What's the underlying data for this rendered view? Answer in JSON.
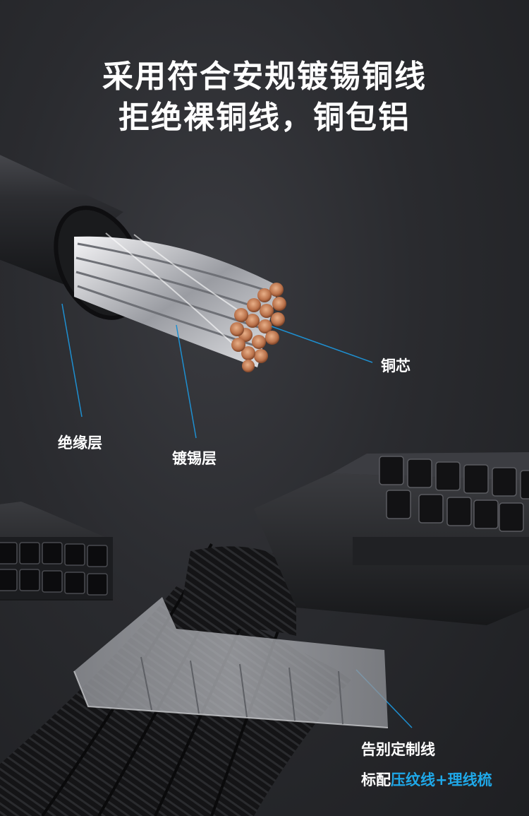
{
  "headline": {
    "line1": "采用符合安规镀锡铜线",
    "line2": "拒绝裸铜线，铜包铝"
  },
  "callouts": {
    "copper_core": "铜芯",
    "insulation": "绝缘层",
    "tin_plating": "镀锡层",
    "custom_wire": "告别定制线",
    "bundle_prefix": "标配",
    "bundle_highlight": "压纹线+理线梳"
  },
  "colors": {
    "background": "#2a2b2f",
    "leader_line": "#1e8fd0",
    "highlight": "#1fa8e8",
    "copper": "#c8845a"
  }
}
